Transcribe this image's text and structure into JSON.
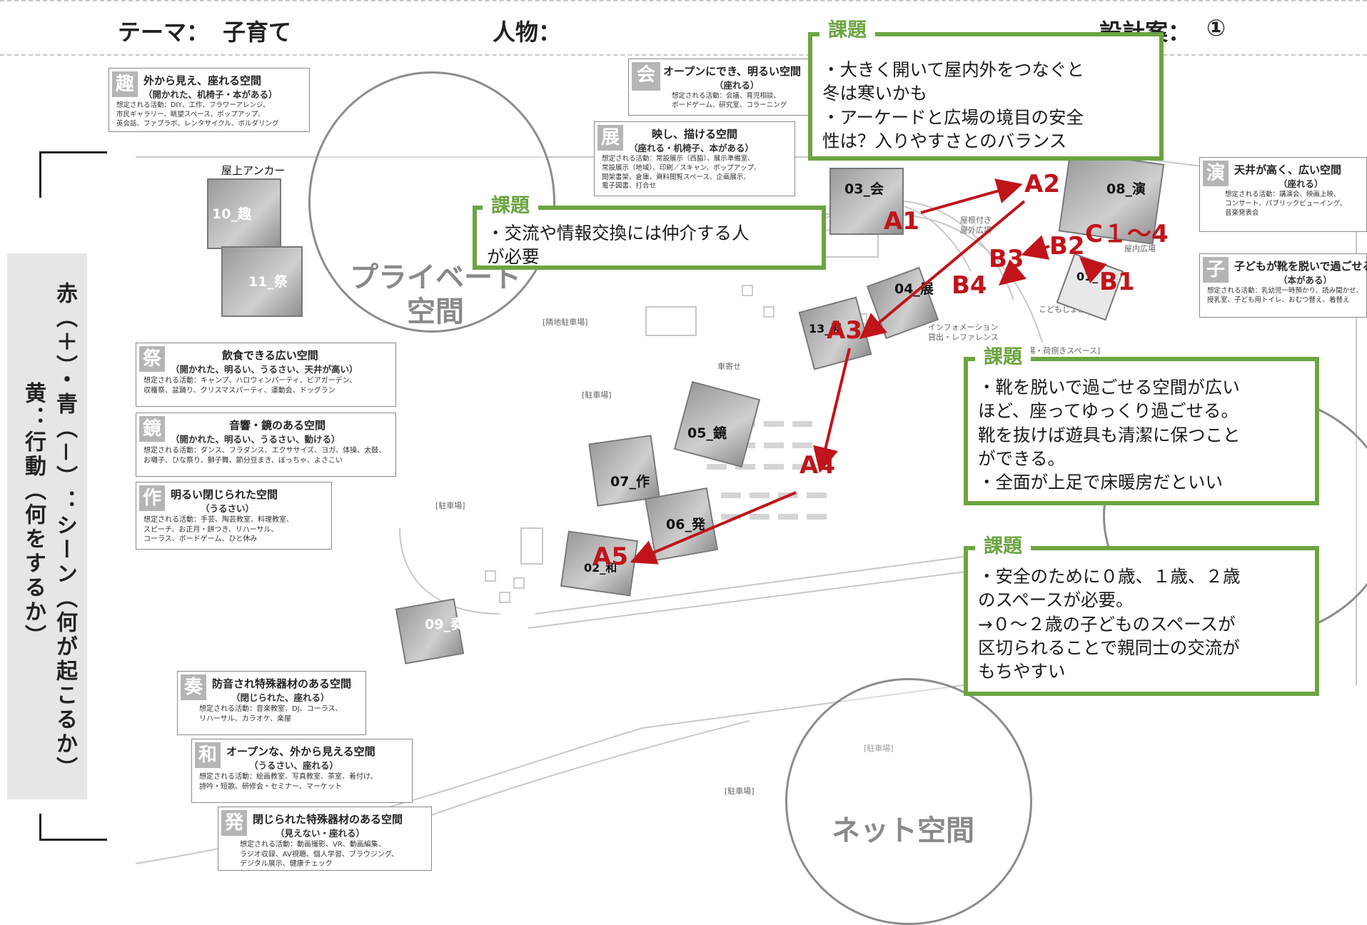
{
  "header": {
    "theme_label": "テーマ：",
    "theme_value": "子育て",
    "person_label": "人物：",
    "plan_label": "設計案：",
    "plan_value": "①"
  },
  "left_band": {
    "line1": "赤（＋）・青（－）：シーン（何が起こるか）",
    "line2": "黄：行動（何をするか）"
  },
  "circles": {
    "private_line1": "プライベート",
    "private_line2": "空間",
    "net": "ネット空間"
  },
  "tiles": {
    "t10": "10_趣",
    "t11": "11_祭",
    "t03": "03_会",
    "t08": "08_演",
    "t04": "04_展",
    "t13": "13_展",
    "t01": "01_",
    "t05": "05_鏡",
    "t07": "07_作",
    "t06": "06_発",
    "t02": "02_和",
    "t09": "09_奏",
    "rooftop": "屋上アンカー"
  },
  "plan_texts": {
    "neighbor_parking": "[隣地駐車場]",
    "parking1": "[駐車場]",
    "parking2": "[駐車場]",
    "parking3": "[駐車場]",
    "parking4": "[駐車場]",
    "dropoff": "車寄せ",
    "plaza1": "屋根付き",
    "plaza2": "屋外広場",
    "indoor": "屋内広場",
    "kids": "こどもじょかん",
    "info1": "インフォメーション",
    "info2": "貸出・レファレンス",
    "staff_parking": "[職員用駐車場・荷捌きスペース]"
  },
  "legends": [
    {
      "icon": "趣",
      "title": "外から見え、座れる空間",
      "sub": "（開かれた、机椅子・本がある）",
      "act": "想定される活動：DIY、工作、フラワーアレンジ、\n市民ギャラリー、眺望スペース、ポップアップ、\n英会話、ファブラボ、レンタサイクル、ボルダリング"
    },
    {
      "icon": "会",
      "title": "オープンにでき、明るい空間",
      "sub": "（座れる）",
      "act": "想定される活動：会議、育児相談、\nボードゲーム、研究室、コラーニング"
    },
    {
      "icon": "展",
      "title": "映し、描ける空間",
      "sub": "（座れる・机椅子、本がある）",
      "act": "想定される活動：常設展示（西脇）、展示準備室、\n常設展示（地域）、印刷／スキャン、ポップアップ、\n閲架書架、倉庫、資料閲覧スペース、企画展示、\n電子図書、打合せ"
    },
    {
      "icon": "演",
      "title": "天井が高く、広い空間",
      "sub": "（座れる）",
      "act": "想定される活動：講演会、映画上映、\nコンサート、パブリックビューイング、\n音楽発表会"
    },
    {
      "icon": "子",
      "title": "子どもが靴を脱いで過ごせる",
      "sub": "（本がある）",
      "act": "想定される活動：乳幼児一時預かり、読み聞かせ、\n授乳室、子ども用トイレ、おむつ替え、着替え"
    },
    {
      "icon": "祭",
      "title": "飲食できる広い空間",
      "sub": "（開かれた、明るい、うるさい、天井が高い）",
      "act": "想定される活動：キャンプ、ハロウィンパーティ、ビアガーデン、\n収穫祭、盆踊り、クリスマスパーティ、運動会、ドッグラン"
    },
    {
      "icon": "鏡",
      "title": "音響・鏡のある空間",
      "sub": "（開かれた、明るい、うるさい、動ける）",
      "act": "想定される活動：ダンス、フラダンス、エクササイズ、ヨガ、体操、太鼓、\nお囃子、ひな祭り、獅子舞、節分豆まき、ぼっちゃ、よさこい"
    },
    {
      "icon": "作",
      "title": "明るい閉じられた空間",
      "sub": "（うるさい）",
      "act": "想定される活動：手芸、陶芸教室、料理教室、\nスピーチ、お正月・餅つき、リハーサル、\nコーラス、ボードゲーム、ひと休み"
    },
    {
      "icon": "奏",
      "title": "防音され特殊器材のある空間",
      "sub": "（閉じられた、座れる）",
      "act": "想定される活動：音楽教室、DJ、コーラス、\nリハーサル、カラオケ、楽屋"
    },
    {
      "icon": "和",
      "title": "オープンな、外から見える空間",
      "sub": "（うるさい、座れる）",
      "act": "想定される活動：絵画教室、写真教室、茶室、着付け、\n詩吟・短歌、研修会・セミナー、マーケット"
    },
    {
      "icon": "発",
      "title": "閉じられた特殊器材のある空間",
      "sub": "（見えない・座れる）",
      "act": "想定される活動：動画撮影、VR、動画編集、\nラジオ収録、AV視聴、個人学習、ブラウジング、\nデジタル展示、健康チェック"
    }
  ],
  "callouts": [
    {
      "header": "課題",
      "body": "・大きく開いて屋内外をつなぐと\n冬は寒いかも\n・アーケードと広場の境目の安全\n性は？入りやすさとのバランス"
    },
    {
      "header": "課題",
      "body": "・交流や情報交換には仲介する人\nが必要"
    },
    {
      "header": "課題",
      "body": "・靴を脱いで過ごせる空間が広い\nほど、座ってゆっくり過ごせる。\n靴を抜けば遊具も清潔に保つこと\nができる。\n・全面が上足で床暖房だといい"
    },
    {
      "header": "課題",
      "body": "・安全のために０歳、１歳、２歳\nのスペースが必要。\n→０～２歳の子どものスペースが\n区切られることで親同士の交流が\nもちやすい"
    }
  ],
  "markers": {
    "a1": "A1",
    "a2": "A2",
    "a3": "A3",
    "a4": "A4",
    "a5": "A5",
    "b1": "B1",
    "b2": "B2",
    "b3": "B3",
    "b4": "B4",
    "c14": "C１～4"
  },
  "colors": {
    "callout_green": "#6ca442",
    "marker_red": "#c0141a",
    "circle_gray": "#8c8c8c"
  }
}
